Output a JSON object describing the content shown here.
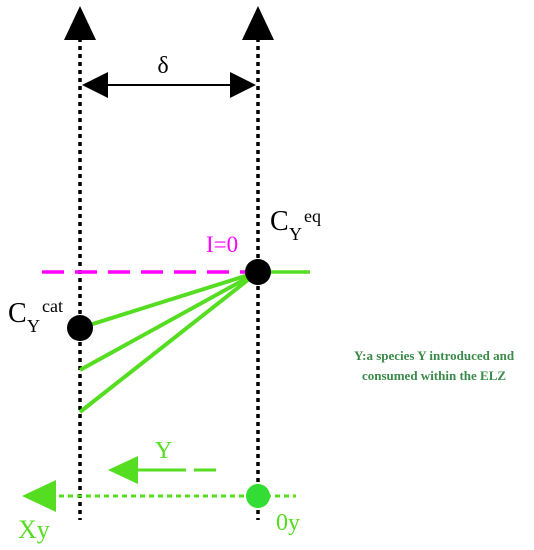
{
  "labels": {
    "delta": "δ",
    "c_eq_base": "C",
    "c_eq_sub": "Y",
    "c_eq_sup": "eq",
    "c_cat_base": "C",
    "c_cat_sub": "Y",
    "c_cat_sup": "cat",
    "i_zero": "I=0",
    "arrow_y": "Y",
    "xy": "Xy",
    "zero_y": "0y"
  },
  "note": {
    "line1": "Y:a species Y introduced and",
    "line2": "consumed within the ELZ"
  },
  "colors": {
    "black": "#000000",
    "magenta": "#ff00ff",
    "green": "#55dd22",
    "note_green": "#3a8a4a",
    "bright_green": "#33dd33"
  }
}
